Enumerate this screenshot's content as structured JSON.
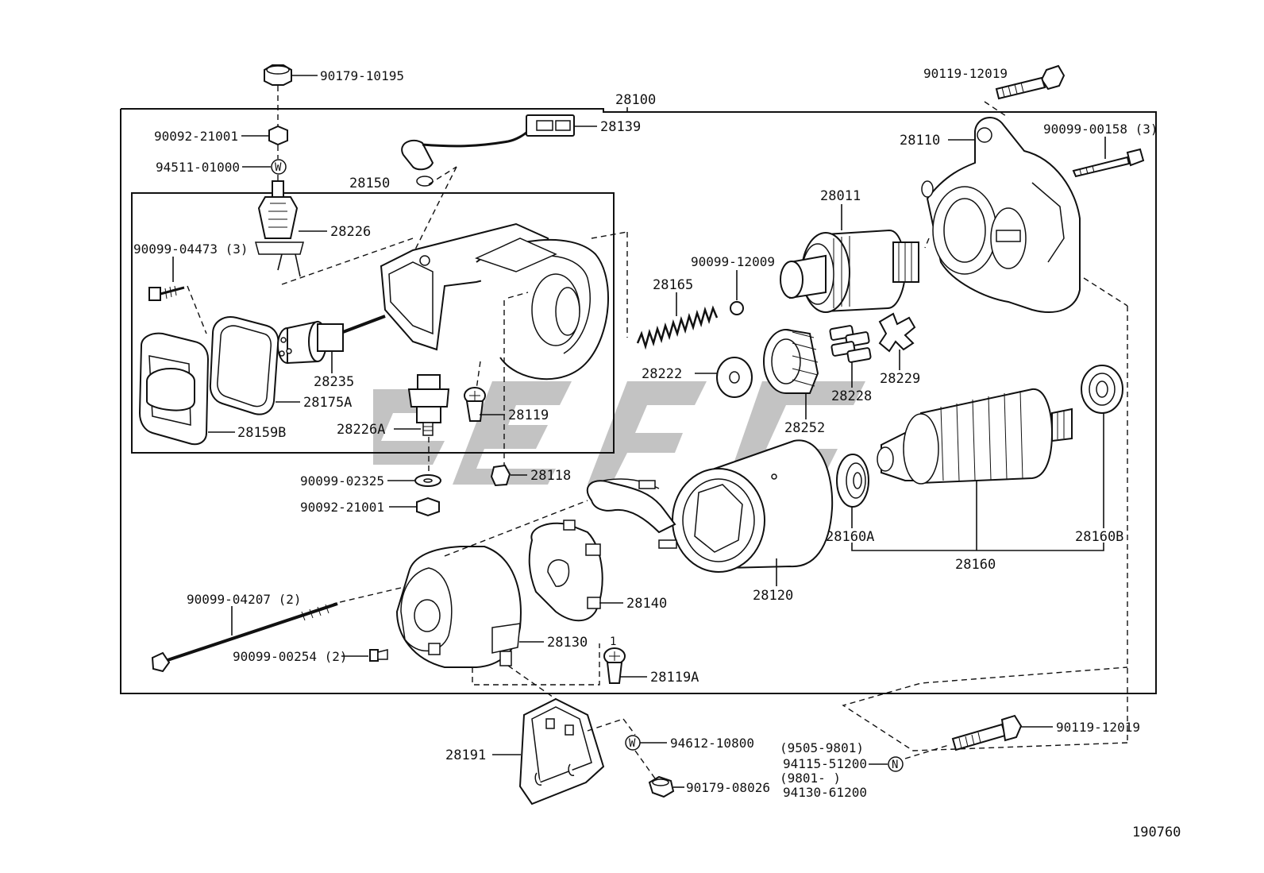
{
  "diagram_code": "190760",
  "assembly": "28100",
  "parts": {
    "p90179_10195": "90179-10195",
    "p90092_21001_top": "90092-21001",
    "p94511_01000": "94511-01000",
    "p28150": "28150",
    "p28226": "28226",
    "p90099_04473": "90099-04473 (3)",
    "p28235": "28235",
    "p28175A": "28175A",
    "p28159B": "28159B",
    "p28226A": "28226A",
    "p28139": "28139",
    "p28119": "28119",
    "p90099_02325": "90099-02325",
    "p90092_21001_bot": "90092-21001",
    "p28118": "28118",
    "p28165": "28165",
    "p90099_12009": "90099-12009",
    "p28011": "28011",
    "p28222": "28222",
    "p28252": "28252",
    "p28228": "28228",
    "p28229": "28229",
    "p90119_12019_top": "90119-12019",
    "p28110": "28110",
    "p90099_00158": "90099-00158 (3)",
    "p28160A": "28160A",
    "p28160": "28160",
    "p28160B": "28160B",
    "p28120": "28120",
    "p28140": "28140",
    "p28130": "28130",
    "p90099_04207": "90099-04207 (2)",
    "p90099_00254": "90099-00254 (2)",
    "p28119A": "28119A",
    "p28119A_qty": "1",
    "p28191": "28191",
    "p94612_10800": "94612-10800",
    "p90179_08026": "90179-08026",
    "p90119_12019_bot": "90119-12019",
    "p9505_9801": "(9505-9801)",
    "p94115_51200": "94115-51200",
    "p9801": "(9801-      )",
    "p94130_61200": "94130-61200"
  },
  "symbols": {
    "washer_w": "W",
    "nut_n": "N"
  }
}
